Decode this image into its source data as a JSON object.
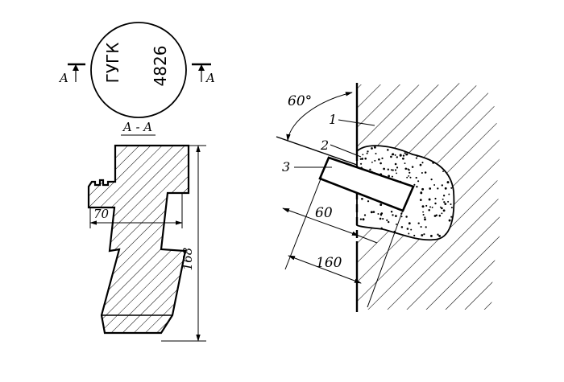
{
  "marker": {
    "stamp_left": "ГУГК",
    "stamp_right": "4826"
  },
  "section": {
    "cut_label_left": "A",
    "cut_label_right": "A",
    "title": "A - A",
    "dim_width": "70",
    "dim_height": "168"
  },
  "installation": {
    "angle": "60°",
    "callouts": [
      "1",
      "2",
      "3"
    ],
    "dim_depth": "60",
    "dim_length": "160"
  }
}
